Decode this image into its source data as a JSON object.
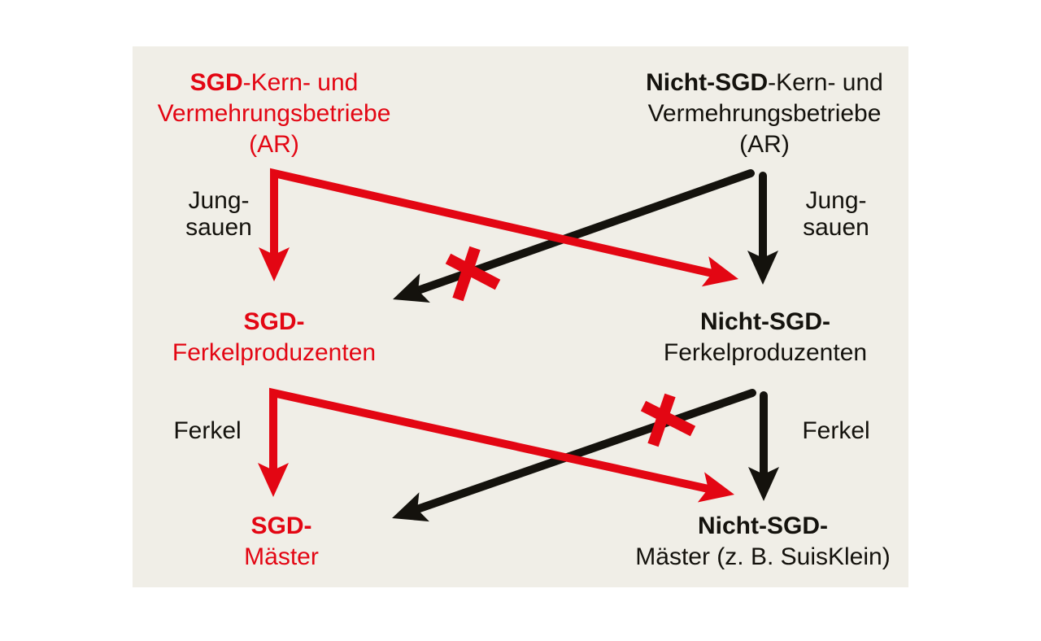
{
  "colors": {
    "red": "#e30613",
    "black": "#14120d",
    "panel": "#f0eee7",
    "page": "#ffffff"
  },
  "icons": {
    "no_transfer": "x-mark"
  },
  "nodes": {
    "sgd_kern": {
      "line1_bold": "SGD",
      "line1_rest": "-Kern- und",
      "line2": "Vermehrungsbetriebe",
      "line3": "(AR)"
    },
    "nicht_sgd_kern": {
      "line1_bold": "Nicht-SGD",
      "line1_rest": "-Kern- und",
      "line2": "Vermehrungsbetriebe",
      "line3": "(AR)"
    },
    "sgd_ferkelproduzenten": {
      "line1_bold": "SGD-",
      "line2": "Ferkelproduzenten"
    },
    "nicht_sgd_ferkelproduzenten": {
      "line1_bold": "Nicht-SGD-",
      "line2": "Ferkelproduzenten"
    },
    "sgd_maester": {
      "line1_bold": "SGD-",
      "line2": "Mäster"
    },
    "nicht_sgd_maester": {
      "line1_bold": "Nicht-SGD-",
      "line2": "Mäster (z. B. SuisKlein)"
    }
  },
  "edge_labels": {
    "jungsauen_left": {
      "line1": "Jung-",
      "line2": "sauen"
    },
    "jungsauen_right": {
      "line1": "Jung-",
      "line2": "sauen"
    },
    "ferkel_left": "Ferkel",
    "ferkel_right": "Ferkel"
  }
}
